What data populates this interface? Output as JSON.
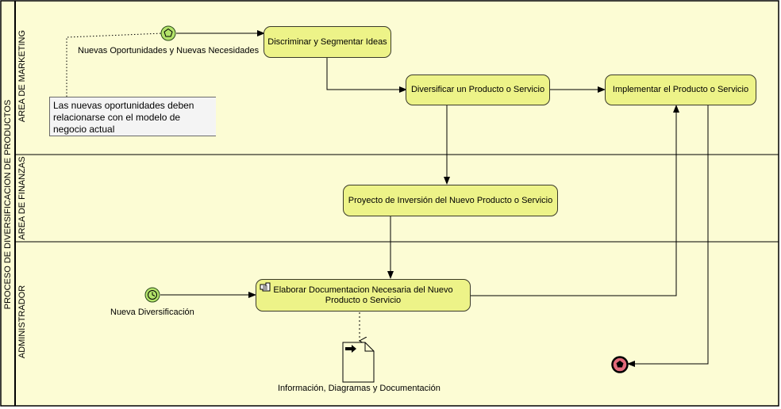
{
  "pool": {
    "title": "PROCESO DE DIVERSIFICACION DE PRODUCTOS",
    "lanes": [
      {
        "label": "AREA DE MARKETING"
      },
      {
        "label": "AREA DE FINANZAS"
      },
      {
        "label": "ADMINISTRADOR"
      }
    ]
  },
  "events": {
    "start_message": {
      "label": "Nuevas Oportunidades y Nuevas Necesidades",
      "icon": "pentagon-icon"
    },
    "start_timer": {
      "label": "Nueva Diversificación",
      "icon": "clock-icon"
    },
    "end": {
      "icon": "pentagon-icon"
    }
  },
  "tasks": {
    "discriminar": "Discriminar y Segmentar Ideas",
    "diversificar": "Diversificar un Producto o Servicio",
    "implementar": "Implementar el Producto o Servicio",
    "proyecto": "Proyecto de Inversión del Nuevo Producto o Servicio",
    "elaborar_line1": "Elaborar Documentacion Necesaria del Nuevo",
    "elaborar_line2": "Producto o Servicio"
  },
  "annotation": {
    "line1": "Las nuevas oportunidades deben",
    "line2": "relacionarse con el modelo de",
    "line3": "negocio actual"
  },
  "data_object": {
    "label": "Información, Diagramas y Documentación"
  },
  "colors": {
    "lane_fill": "#fcfcd4",
    "task_fill": "#edf388",
    "start_event_fill": "#b3e36a",
    "end_event_fill": "#e36a7a"
  }
}
